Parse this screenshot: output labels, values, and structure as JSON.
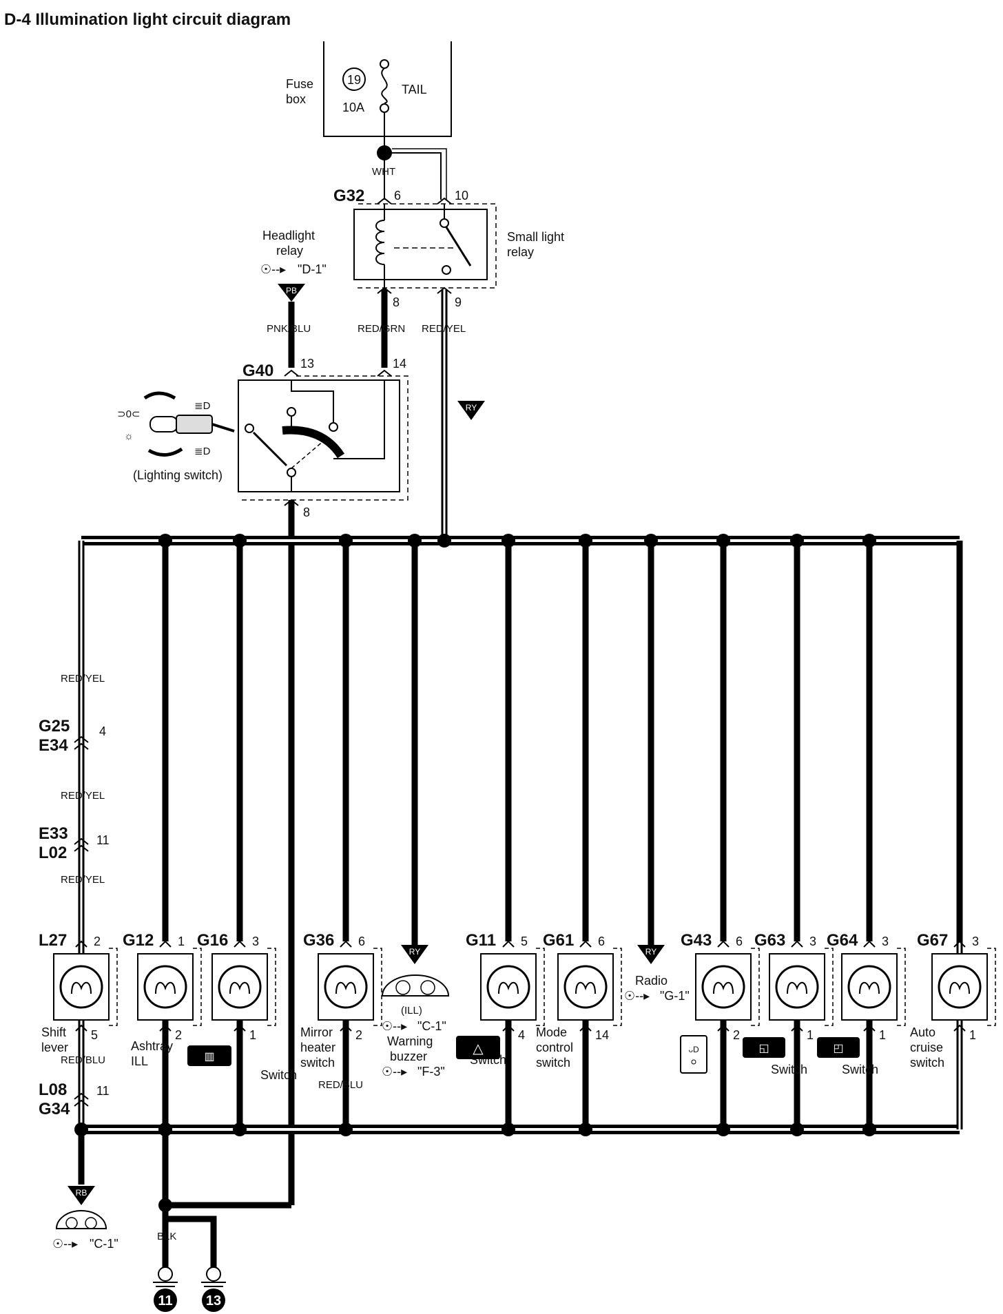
{
  "title": "D-4 Illumination light circuit diagram",
  "fuse_box": {
    "label_line1": "Fuse",
    "label_line2": "box",
    "number": "19",
    "rating": "10A",
    "circuit": "TAIL"
  },
  "wire_wht": "WHT",
  "relay": {
    "connector": "G32",
    "pin_top_left": "6",
    "pin_top_right": "10",
    "pin_bot_left": "8",
    "pin_bot_right": "9",
    "label_line1": "Small light",
    "label_line2": "relay"
  },
  "headlight_relay": {
    "label_line1": "Headlight",
    "label_line2": "relay",
    "ref": "\"D-1\"",
    "tag": "PB"
  },
  "wires": {
    "pnk_blu": "PNK/BLU",
    "red_grn": "RED/GRN",
    "red_yel": "RED/YEL",
    "red_blu": "RED/BLU",
    "blk": "BLK"
  },
  "switch": {
    "connector": "G40",
    "pin_13": "13",
    "pin_14": "14",
    "pin_8": "8",
    "label": "(Lighting switch)"
  },
  "ry_tag": "RY",
  "rb_tag": "RB",
  "left_chain": {
    "g25": "G25",
    "e34": "E34",
    "pin_4": "4",
    "e33": "E33",
    "l02": "L02",
    "pin_11a": "11",
    "l08": "L08",
    "g34": "G34",
    "pin_11b": "11"
  },
  "bulbs": [
    {
      "connector": "L27",
      "pin_top": "2",
      "pin_bot": "5",
      "caption": "Shift lever"
    },
    {
      "connector": "G12",
      "pin_top": "1",
      "pin_bot": "2",
      "caption": "Ashtray ILL"
    },
    {
      "connector": "G16",
      "pin_top": "3",
      "pin_bot": "1",
      "caption": "Switch"
    },
    {
      "connector": "G36",
      "pin_top": "6",
      "pin_bot": "2",
      "caption": "Mirror heater switch"
    },
    {
      "connector": "G11",
      "pin_top": "5",
      "pin_bot": "4",
      "caption": "Switch"
    },
    {
      "connector": "G61",
      "pin_top": "6",
      "pin_bot": "14",
      "caption": "Mode control switch"
    },
    {
      "connector": "G43",
      "pin_top": "6",
      "pin_bot": "2",
      "caption": ""
    },
    {
      "connector": "G63",
      "pin_top": "3",
      "pin_bot": "1",
      "caption": "Switch"
    },
    {
      "connector": "G64",
      "pin_top": "3",
      "pin_bot": "1",
      "caption": "Switch"
    },
    {
      "connector": "G67",
      "pin_top": "3",
      "pin_bot": "1",
      "caption": "Auto cruise switch"
    }
  ],
  "meter": {
    "ill": "(ILL)",
    "ref1": "\"C-1\"",
    "warning1": "Warning",
    "warning2": "buzzer",
    "ref2": "\"F-3\""
  },
  "radio": {
    "label": "Radio",
    "ref": "\"G-1\""
  },
  "left_meter_ref": "\"C-1\"",
  "grounds": [
    "11",
    "13"
  ]
}
